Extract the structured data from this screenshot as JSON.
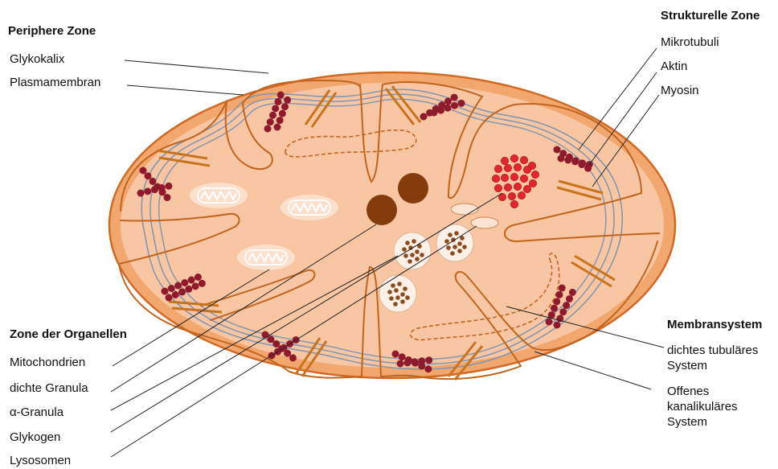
{
  "zones": {
    "peripheral": {
      "title": "Periphere Zone",
      "items": [
        "Glykokalix",
        "Plasmamembran"
      ]
    },
    "structural": {
      "title": "Strukturelle Zone",
      "items": [
        "Mikrotubuli",
        "Aktin",
        "Myosin"
      ]
    },
    "organelles": {
      "title": "Zone der Organellen",
      "items": [
        "Mitochondrien",
        "dichte Granula",
        "α-Granula",
        "Glykogen",
        "Lysosomen"
      ]
    },
    "membrane_system": {
      "title": "Membransystem",
      "items": [
        {
          "lines": [
            "dichtes tubuläres",
            "System"
          ]
        },
        {
          "lines": [
            "Offenes",
            "kanalikuläres",
            "System"
          ]
        }
      ]
    }
  },
  "colors": {
    "glycocalyx": "#f2a76f",
    "cytoplasm": "#f8c6a2",
    "membrane": "#d06a25",
    "microtubule": "#8496b0",
    "myosin": "#8e1a2b",
    "actin": "#c8741f",
    "dense_granule": "#843c0c",
    "glycogen": "#e3262b",
    "canalicular": "#c0651e"
  }
}
